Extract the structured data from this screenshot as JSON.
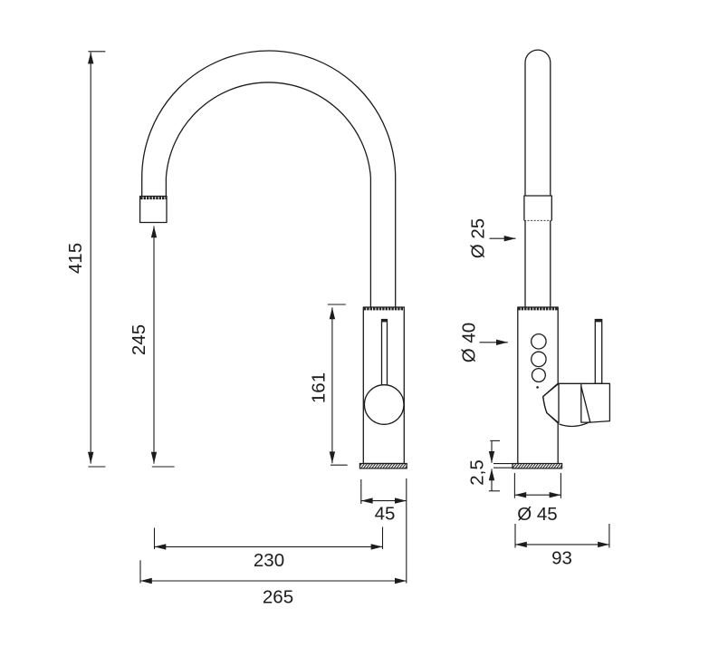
{
  "drawing": {
    "colors": {
      "line": "#1c1c1c",
      "background": "#ffffff"
    },
    "front_view": {
      "dims": {
        "total_height": "415",
        "outlet_height": "245",
        "body_height": "161",
        "base_width": "45",
        "outlet_to_axis": "230",
        "overall_depth": "265"
      }
    },
    "side_view": {
      "dims": {
        "spout_diameter": "Ø 25",
        "body_diameter": "Ø 40",
        "base_plate_thickness": "2,5",
        "base_diameter": "Ø 45",
        "overall_depth": "93"
      }
    }
  }
}
